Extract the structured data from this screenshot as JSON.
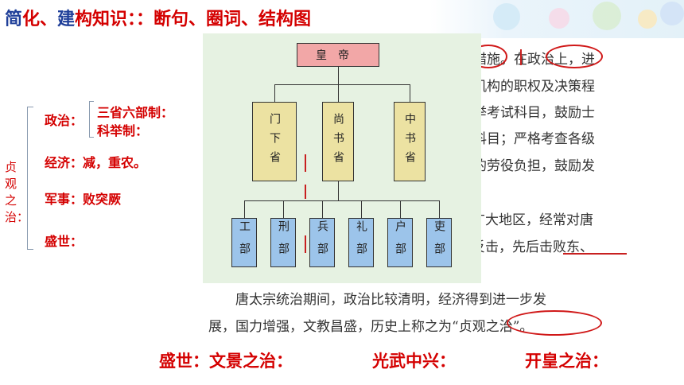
{
  "title": {
    "part1": "简",
    "part2": "化、",
    "part3": "建",
    "part4": "构知识：：断句、圈词、结构图"
  },
  "org_chart": {
    "top": "皇帝",
    "middle": [
      "门下省",
      "尚书省",
      "中书省"
    ],
    "bottom": [
      "工部",
      "刑部",
      "兵部",
      "礼部",
      "户部",
      "吏部"
    ]
  },
  "textbook_lines": [
    "措施。在政治上，进",
    "机构的职权及决策程",
    "举考试科目，鼓励士",
    "科目；严格考查各级",
    "的劳役负担，鼓励发",
    "广大地区，经常对唐",
    "反击，先后击败东、",
    "唐太宗统治期间，政治比较清明，经济得到进一步发",
    "展，国力增强，文教昌盛，历史上称之为“贞观之治”。"
  ],
  "mindmap": {
    "root": "贞观之治：",
    "politics_label": "政治：",
    "politics_items": [
      "三省六部制：",
      "科举制："
    ],
    "economy": "经济：减，重农。",
    "military": "军事：败突厥",
    "prosperity": "盛世："
  },
  "bottom_line": {
    "label": "盛世：文景之治：",
    "item2": "光武中兴：",
    "item3": "开皇之治："
  },
  "colors": {
    "accent_red": "#d40000",
    "title_blue": "#1f3f99",
    "chart_bg": "#e6f2e2"
  }
}
